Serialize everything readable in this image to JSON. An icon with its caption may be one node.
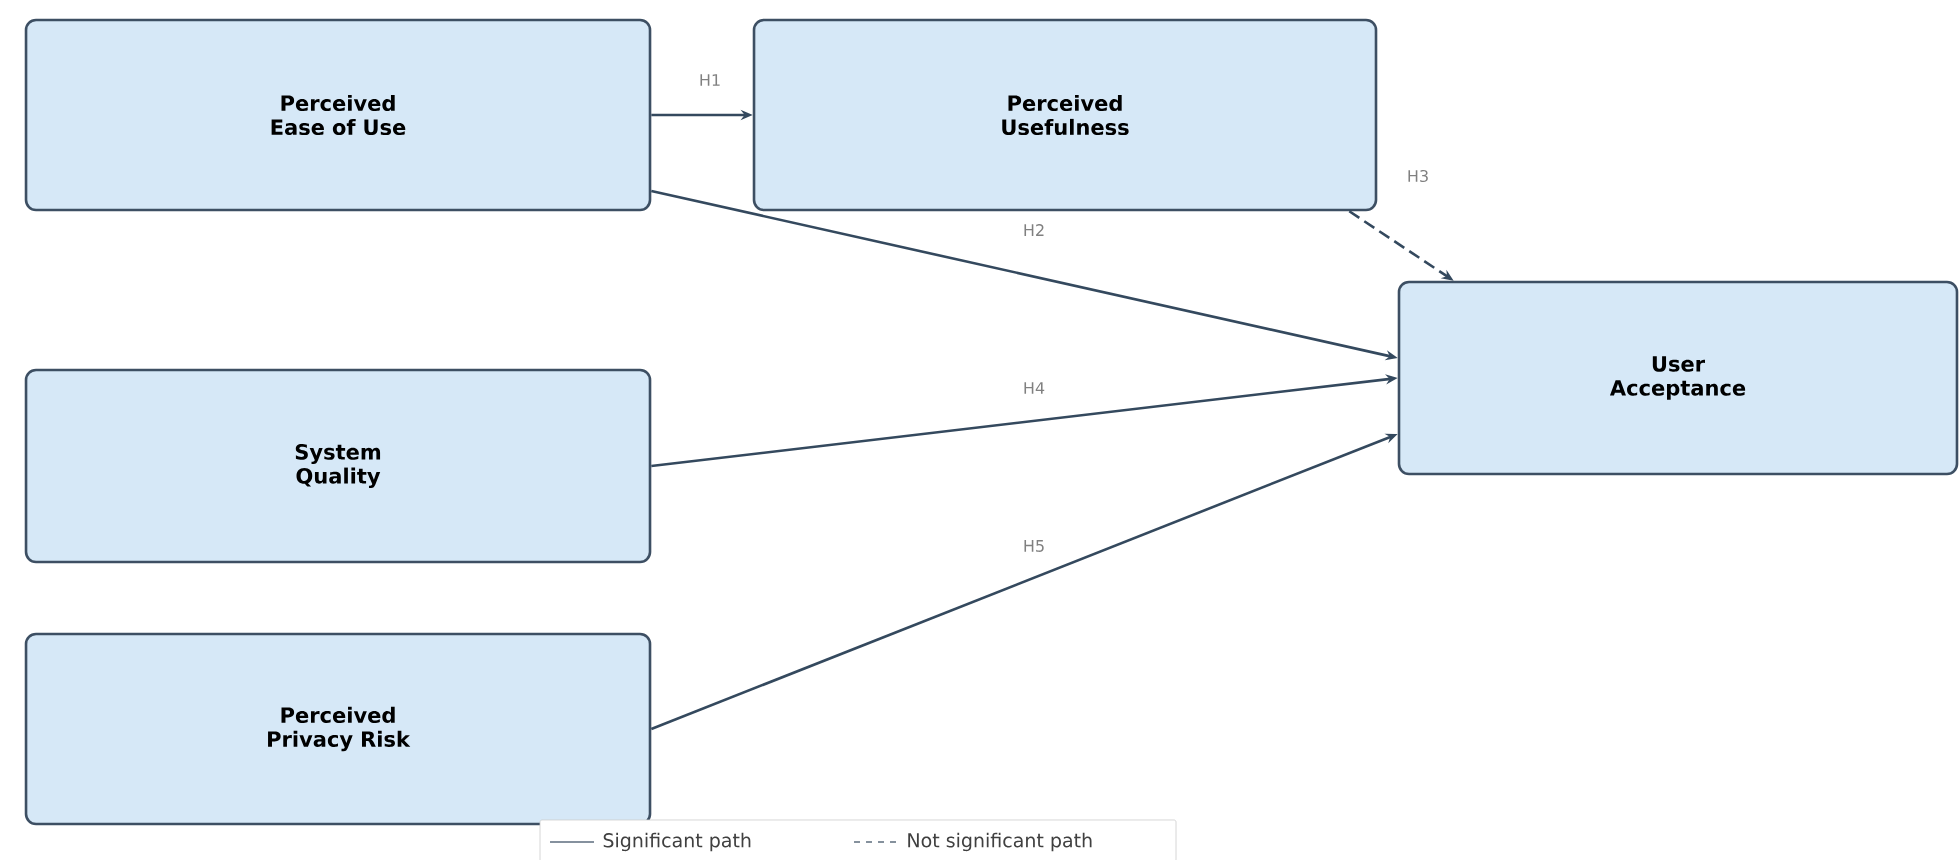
{
  "diagram": {
    "nodes": [
      {
        "text": [
          "Perceived Ease of Use"
        ]
      },
      {
        "text": [
          "Perceived Usefulness"
        ]
      },
      {
        "text": [
          "User Acceptance"
        ]
      },
      {
        "text": [
          "System Quality"
        ]
      },
      {
        "text": [
          "Perceived Privacy Risk"
        ]
      }
    ],
    "edges": [
      {
        "from": 0,
        "to": 1,
        "arrow": "to",
        "label": "H1"
      },
      {
        "from": 0,
        "to": 2,
        "arrow": "to",
        "label": "H2"
      },
      {
        "from": 1,
        "to": 2,
        "arrow": "to",
        "label": "H3",
        "style": "dashed"
      },
      {
        "from": 3,
        "to": 2,
        "arrow": "to",
        "label": "H4"
      },
      {
        "from": 4,
        "to": 2,
        "arrow": "to",
        "label": "H5"
      }
    ],
    "legend": [
      {
        "text": "Significant path"
      },
      {
        "text": "Not significant path"
      }
    ]
  }
}
